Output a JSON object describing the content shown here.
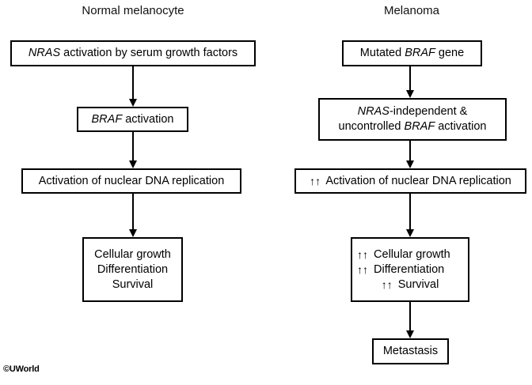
{
  "figure": {
    "type": "flowchart",
    "watermark": "©UWorld",
    "up_arrows_glyph": "↑↑"
  },
  "columns": [
    {
      "id": "normal",
      "title": "Normal melanocyte",
      "nodes": [
        {
          "id": "normal-1",
          "lines": [
            {
              "italic": "NRAS",
              "text": " activation by serum growth factors"
            }
          ]
        },
        {
          "id": "normal-2",
          "lines": [
            {
              "italic": "BRAF",
              "text": " activation"
            }
          ]
        },
        {
          "id": "normal-3",
          "lines": [
            {
              "italic": "",
              "text": "Activation of nuclear DNA replication"
            }
          ]
        },
        {
          "id": "normal-4",
          "lines": [
            {
              "italic": "",
              "text": "Cellular growth"
            },
            {
              "italic": "",
              "text": "Differentiation"
            },
            {
              "italic": "",
              "text": "Survival"
            }
          ]
        }
      ]
    },
    {
      "id": "melanoma",
      "title": "Melanoma",
      "nodes": [
        {
          "id": "melanoma-1",
          "lines": [
            {
              "pre": "Mutated ",
              "italic": "BRAF",
              "text": " gene"
            }
          ]
        },
        {
          "id": "melanoma-2",
          "lines": [
            {
              "italic": "NRAS",
              "text": "-independent &"
            },
            {
              "pre": "uncontrolled ",
              "italic": "BRAF",
              "text": " activation"
            }
          ]
        },
        {
          "id": "melanoma-3",
          "lines": [
            {
              "arrows": "↑↑",
              "italic": "",
              "text": " Activation of nuclear DNA replication"
            }
          ]
        },
        {
          "id": "melanoma-4",
          "lines": [
            {
              "arrows": "↑↑",
              "italic": "",
              "text": " Cellular growth"
            },
            {
              "arrows": "↑↑",
              "italic": "",
              "text": " Differentiation"
            },
            {
              "arrows": "↑↑",
              "italic": "",
              "text": " Survival"
            }
          ]
        },
        {
          "id": "melanoma-5",
          "lines": [
            {
              "italic": "",
              "text": "Metastasis"
            }
          ]
        }
      ]
    }
  ],
  "text": {
    "normal_title": "Normal melanocyte",
    "melanoma_title": "Melanoma",
    "n1_italic": "NRAS",
    "n1_rest": " activation by serum growth factors",
    "n2_italic": "BRAF",
    "n2_rest": " activation",
    "n3_full": "Activation of nuclear DNA replication",
    "n4_l1": "Cellular growth",
    "n4_l2": "Differentiation",
    "n4_l3": "Survival",
    "m1_pre": "Mutated ",
    "m1_italic": "BRAF",
    "m1_rest": " gene",
    "m2_l1_italic": "NRAS",
    "m2_l1_rest": "-independent &",
    "m2_l2_pre": "uncontrolled ",
    "m2_l2_italic": "BRAF",
    "m2_l2_rest": " activation",
    "m3_arrows": "↑↑",
    "m3_full": " Activation of nuclear DNA replication",
    "m4_arrows1": "↑↑",
    "m4_l1": " Cellular growth",
    "m4_arrows2": "↑↑",
    "m4_l2": " Differentiation",
    "m4_arrows3": "↑↑",
    "m4_l3": " Survival",
    "m5_full": "Metastasis",
    "watermark": "©UWorld"
  }
}
